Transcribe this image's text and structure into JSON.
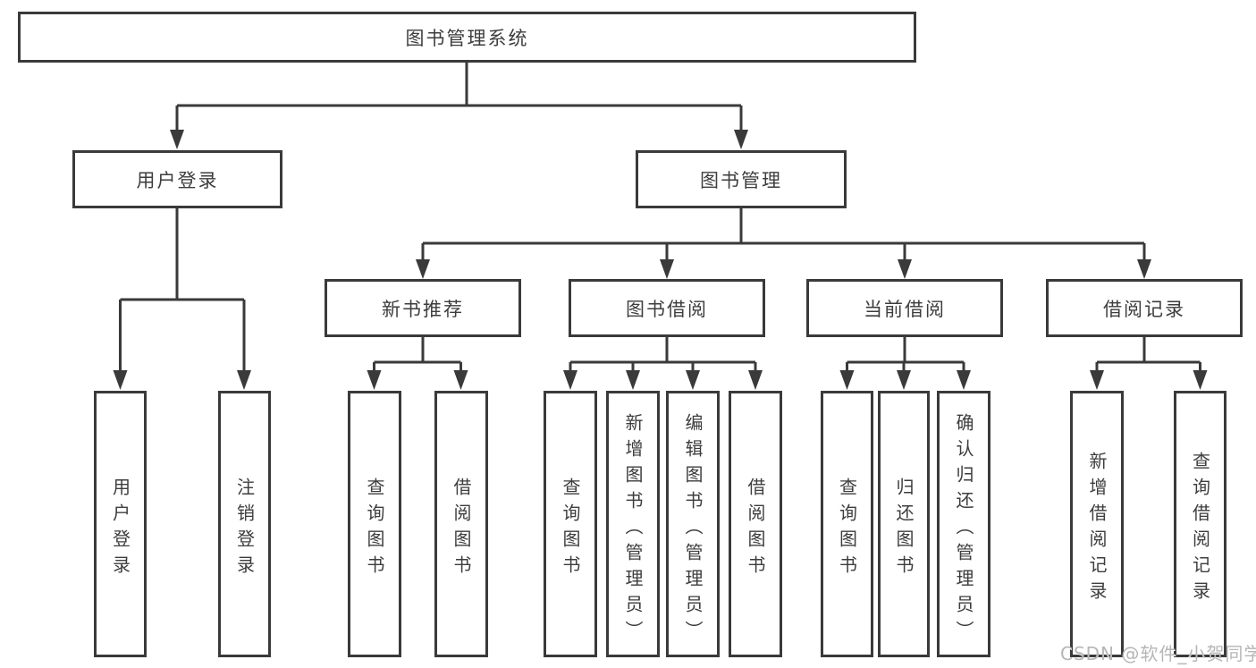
{
  "diagram": {
    "title_node": {
      "label": "图书管理系统"
    },
    "level2": [
      {
        "label": "用户登录"
      },
      {
        "label": "图书管理"
      }
    ],
    "level3": [
      {
        "label": "新书推荐"
      },
      {
        "label": "图书借阅"
      },
      {
        "label": "当前借阅"
      },
      {
        "label": "借阅记录"
      }
    ],
    "leaves": [
      {
        "label": "用户登录"
      },
      {
        "label": "注销登录"
      },
      {
        "label": "查询图书"
      },
      {
        "label": "借阅图书"
      },
      {
        "label": "查询图书"
      },
      {
        "label": "新增图书（管理员）"
      },
      {
        "label": "编辑图书（管理员）"
      },
      {
        "label": "借阅图书"
      },
      {
        "label": "查询图书"
      },
      {
        "label": "归还图书"
      },
      {
        "label": "确认归还（管理员）"
      },
      {
        "label": "新增借阅记录"
      },
      {
        "label": "查询借阅记录"
      }
    ],
    "hierarchy": {
      "图书管理系统": [
        "用户登录",
        "图书管理"
      ],
      "用户登录": [
        "用户登录",
        "注销登录"
      ],
      "图书管理": [
        "新书推荐",
        "图书借阅",
        "当前借阅",
        "借阅记录"
      ],
      "新书推荐": [
        "查询图书",
        "借阅图书"
      ],
      "图书借阅": [
        "查询图书",
        "新增图书（管理员）",
        "编辑图书（管理员）",
        "借阅图书"
      ],
      "当前借阅": [
        "查询图书",
        "归还图书",
        "确认归还（管理员）"
      ],
      "借阅记录": [
        "新增借阅记录",
        "查询借阅记录"
      ]
    },
    "watermark": {
      "text": "CSDN @软件_小贺同学"
    },
    "colors": {
      "line": "#3a3a3a",
      "text": "#3d3d3d",
      "box_fill": "#ffffff",
      "background": "#ffffff",
      "watermark": "#b6b6b6"
    }
  }
}
